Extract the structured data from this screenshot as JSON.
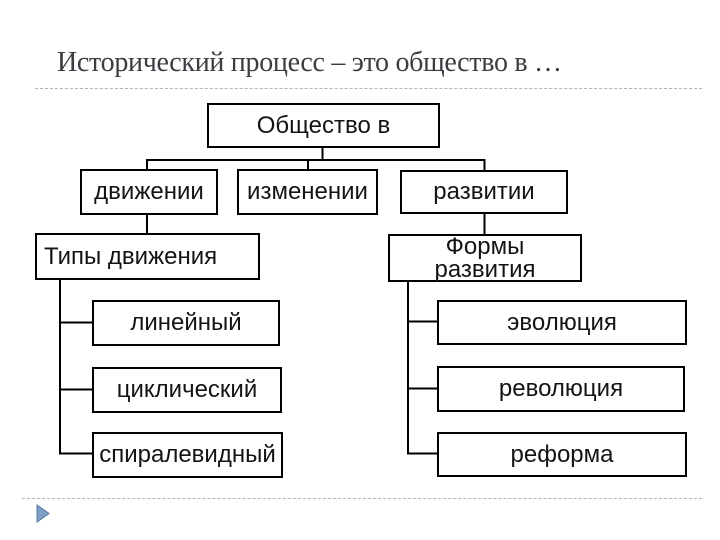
{
  "slide": {
    "title": "Исторический процесс – это общество в …"
  },
  "diagram": {
    "root": {
      "label": "Общество в"
    },
    "branches": {
      "movement": "движении",
      "change": "изменении",
      "development": "развитии"
    },
    "left_group": {
      "header": "Типы движения",
      "items": [
        "линейный",
        "циклический",
        "спиралевидный"
      ]
    },
    "right_group": {
      "header": "Формы развития",
      "items": [
        "эволюция",
        "революция",
        "реформа"
      ]
    }
  },
  "decor": {
    "bullet_icon": "play-triangle-icon",
    "colors": {
      "box_border": "#000000",
      "box_fill": "#ffffff",
      "title_text": "#3c3c42",
      "divider_dash": "#b4b4b4",
      "bullet_fill": "#7f9fc6",
      "bullet_stroke": "#54779e"
    }
  }
}
